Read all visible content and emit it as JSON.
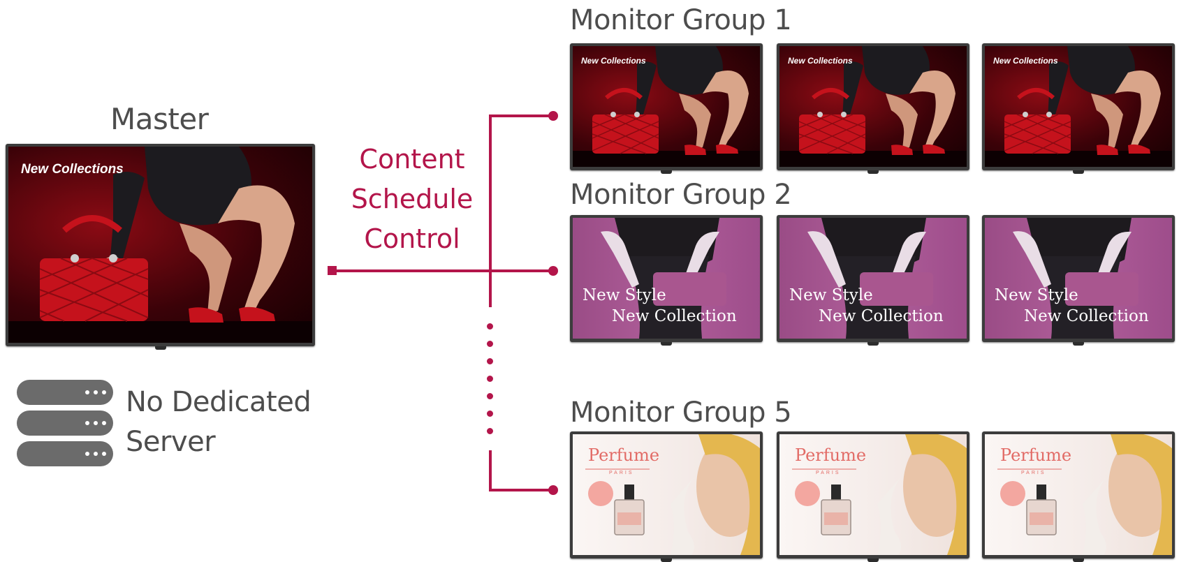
{
  "master": {
    "label": "Master",
    "screen_text": "New Collections"
  },
  "connection": {
    "label_line1": "Content",
    "label_line2": "Schedule",
    "label_line3": "Control",
    "color": "#b3154a"
  },
  "server": {
    "label_line1": "No Dedicated",
    "label_line2": "Server"
  },
  "groups": [
    {
      "label": "Monitor Group 1",
      "screen_text": "New Collections"
    },
    {
      "label": "Monitor Group 2",
      "screen_text_line1": "New Style",
      "screen_text_line2": "New Collection"
    },
    {
      "label": "Monitor Group 5",
      "screen_text": "Perfume",
      "screen_subtext": "PARIS"
    }
  ]
}
